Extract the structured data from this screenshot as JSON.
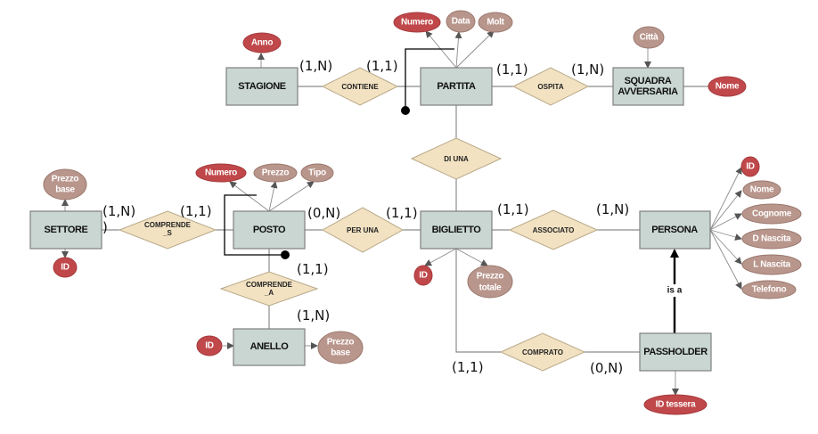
{
  "diagram": {
    "type": "ER diagram",
    "entities": {
      "stagione": "STAGIONE",
      "partita": "PARTITA",
      "squadra_line1": "SQUADRA",
      "squadra_line2": "AVVERSARIA",
      "settore": "SETTORE",
      "posto": "POSTO",
      "biglietto": "BIGLIETTO",
      "persona": "PERSONA",
      "anello": "ANELLO",
      "passholder": "PASSHOLDER"
    },
    "relationships": {
      "contiene": "CONTIENE",
      "ospita": "OSPITA",
      "di_una": "DI UNA",
      "comprende_s_line1": "COMPRENDE",
      "comprende_s_line2": "_S",
      "per_una": "PER UNA",
      "associato": "ASSOCIATO",
      "comprende_a_line1": "COMPRENDE",
      "comprende_a_line2": "_A",
      "comprato": "COMPRATO"
    },
    "attributes": {
      "stagione_anno": "Anno",
      "partita_numero": "Numero",
      "partita_data": "Data",
      "partita_molt": "Molt",
      "squadra_citta": "Città",
      "squadra_nome": "Nome",
      "settore_prezzo_line1": "Prezzo",
      "settore_prezzo_line2": "base",
      "settore_id": "ID",
      "posto_numero": "Numero",
      "posto_prezzo": "Prezzo",
      "posto_tipo": "Tipo",
      "biglietto_id": "ID",
      "biglietto_prezzo_line1": "Prezzo",
      "biglietto_prezzo_line2": "totale",
      "persona_id": "ID",
      "persona_nome": "Nome",
      "persona_cognome": "Cognome",
      "persona_dnascita": "D Nascita",
      "persona_lnascita": "L Nascita",
      "persona_telefono": "Telefono",
      "anello_id": "ID",
      "anello_prezzo_line1": "Prezzo",
      "anello_prezzo_line2": "base",
      "passholder_idtessera": "ID tessera"
    },
    "cardinalities": {
      "stagione_contiene": "(1,N)",
      "partita_contiene": "(1,1)",
      "partita_ospita": "(1,1)",
      "squadra_ospita": "(1,N)",
      "settore_comprende": "(1,N)",
      "settore_comprende_extra": ")",
      "posto_comprende": "(1,1)",
      "posto_peruna": "(0,N)",
      "biglietto_peruna": "(1,1)",
      "biglietto_associato": "(1,1)",
      "persona_associato": "(1,N)",
      "posto_comprende_a": "(1,1)",
      "anello_comprende_a": "(1,N)",
      "biglietto_comprato": "(1,1)",
      "passholder_comprato": "(0,N)"
    },
    "isa_label": "is a"
  }
}
